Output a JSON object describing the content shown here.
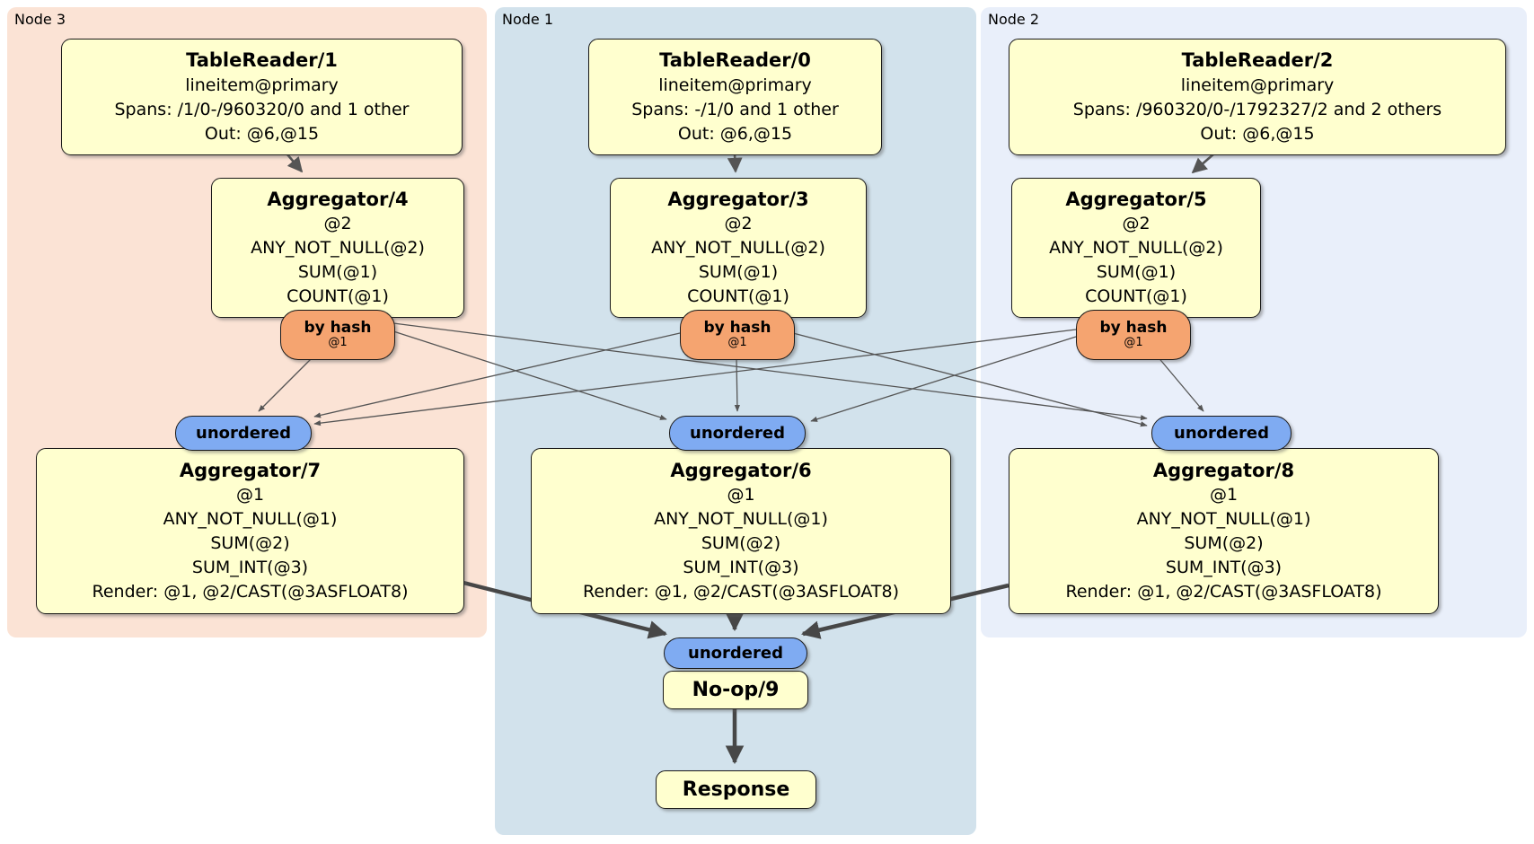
{
  "colors": {
    "node3_bg": "#fbe3d5",
    "node1_bg": "#d2e2ec",
    "node2_bg": "#e9effa",
    "box_fill": "#ffffcf",
    "hash_router_fill": "#f5a470",
    "unordered_router_fill": "#7fabf2",
    "edge_thin": "#555555",
    "edge_thick": "#474747"
  },
  "panels": [
    {
      "label": "Node 3"
    },
    {
      "label": "Node 1"
    },
    {
      "label": "Node 2"
    }
  ],
  "processors": {
    "tr1": {
      "title": "TableReader/1",
      "lines": [
        "lineitem@primary",
        "Spans: /1/0-/960320/0 and 1 other",
        "Out: @6,@15"
      ]
    },
    "tr0": {
      "title": "TableReader/0",
      "lines": [
        "lineitem@primary",
        "Spans: -/1/0 and 1 other",
        "Out: @6,@15"
      ]
    },
    "tr2": {
      "title": "TableReader/2",
      "lines": [
        "lineitem@primary",
        "Spans: /960320/0-/1792327/2 and 2 others",
        "Out: @6,@15"
      ]
    },
    "agg4": {
      "title": "Aggregator/4",
      "lines": [
        "@2",
        "ANY_NOT_NULL(@2)",
        "SUM(@1)",
        "COUNT(@1)"
      ]
    },
    "agg3": {
      "title": "Aggregator/3",
      "lines": [
        "@2",
        "ANY_NOT_NULL(@2)",
        "SUM(@1)",
        "COUNT(@1)"
      ]
    },
    "agg5": {
      "title": "Aggregator/5",
      "lines": [
        "@2",
        "ANY_NOT_NULL(@2)",
        "SUM(@1)",
        "COUNT(@1)"
      ]
    },
    "agg7": {
      "title": "Aggregator/7",
      "lines": [
        "@1",
        "ANY_NOT_NULL(@1)",
        "SUM(@2)",
        "SUM_INT(@3)",
        "Render: @1, @2/CAST(@3ASFLOAT8)"
      ]
    },
    "agg6": {
      "title": "Aggregator/6",
      "lines": [
        "@1",
        "ANY_NOT_NULL(@1)",
        "SUM(@2)",
        "SUM_INT(@3)",
        "Render: @1, @2/CAST(@3ASFLOAT8)"
      ]
    },
    "agg8": {
      "title": "Aggregator/8",
      "lines": [
        "@1",
        "ANY_NOT_NULL(@1)",
        "SUM(@2)",
        "SUM_INT(@3)",
        "Render: @1, @2/CAST(@3ASFLOAT8)"
      ]
    },
    "noop": {
      "title": "No-op/9"
    },
    "response": {
      "title": "Response"
    }
  },
  "routers": {
    "by_hash_label": "by hash",
    "by_hash_detail": "@1",
    "unordered_label": "unordered"
  },
  "edges": [
    {
      "from": "TableReader/1",
      "to": "Aggregator/4",
      "style": "arrow"
    },
    {
      "from": "TableReader/0",
      "to": "Aggregator/3",
      "style": "arrow"
    },
    {
      "from": "TableReader/2",
      "to": "Aggregator/5",
      "style": "arrow"
    },
    {
      "from": "Aggregator/4 by hash",
      "to": "unordered (Aggregator/7)",
      "style": "thin"
    },
    {
      "from": "Aggregator/4 by hash",
      "to": "unordered (Aggregator/6)",
      "style": "thin"
    },
    {
      "from": "Aggregator/4 by hash",
      "to": "unordered (Aggregator/8)",
      "style": "thin"
    },
    {
      "from": "Aggregator/3 by hash",
      "to": "unordered (Aggregator/7)",
      "style": "thin"
    },
    {
      "from": "Aggregator/3 by hash",
      "to": "unordered (Aggregator/6)",
      "style": "thin"
    },
    {
      "from": "Aggregator/3 by hash",
      "to": "unordered (Aggregator/8)",
      "style": "thin"
    },
    {
      "from": "Aggregator/5 by hash",
      "to": "unordered (Aggregator/7)",
      "style": "thin"
    },
    {
      "from": "Aggregator/5 by hash",
      "to": "unordered (Aggregator/6)",
      "style": "thin"
    },
    {
      "from": "Aggregator/5 by hash",
      "to": "unordered (Aggregator/8)",
      "style": "thin"
    },
    {
      "from": "Aggregator/7",
      "to": "unordered (No-op/9)",
      "style": "thick"
    },
    {
      "from": "Aggregator/6",
      "to": "unordered (No-op/9)",
      "style": "thick"
    },
    {
      "from": "Aggregator/8",
      "to": "unordered (No-op/9)",
      "style": "thick"
    },
    {
      "from": "No-op/9",
      "to": "Response",
      "style": "thick"
    }
  ]
}
